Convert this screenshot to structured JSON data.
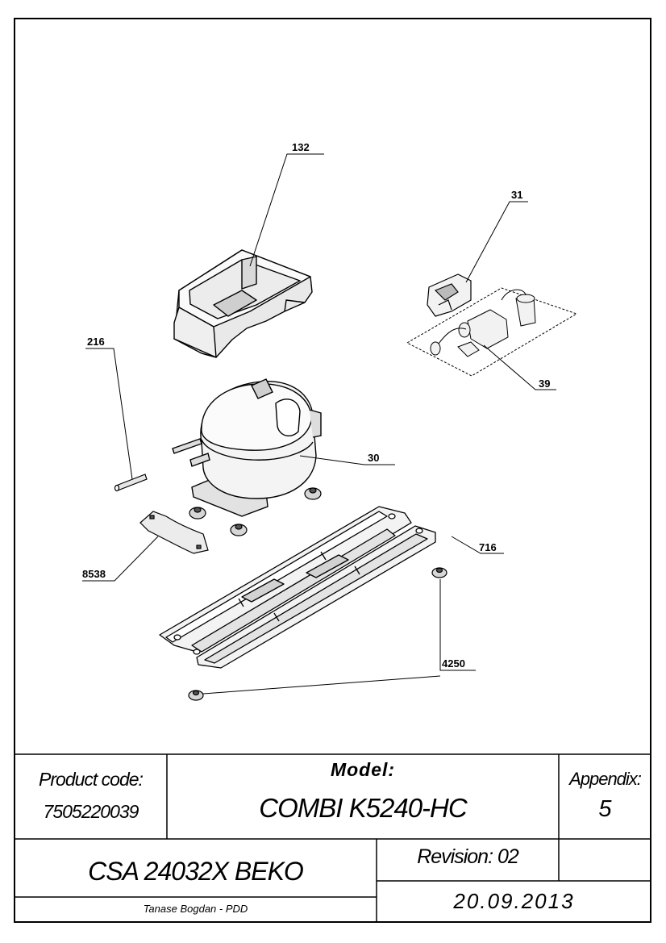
{
  "callouts": {
    "c132": "132",
    "c31": "31",
    "c216": "216",
    "c39": "39",
    "c30": "30",
    "c716": "716",
    "c8538": "8538",
    "c4250": "4250"
  },
  "title_block": {
    "product_code_label": "Product code:",
    "product_code_value": "7505220039",
    "model_label": "Model:",
    "model_value": "COMBI K5240-HC",
    "appendix_label": "Appendix:",
    "appendix_value": "5",
    "part_name": "CSA 24032X BEKO",
    "revision": "Revision: 02",
    "author": "Tanase Bogdan - PDD",
    "date": "20.09.2013"
  }
}
